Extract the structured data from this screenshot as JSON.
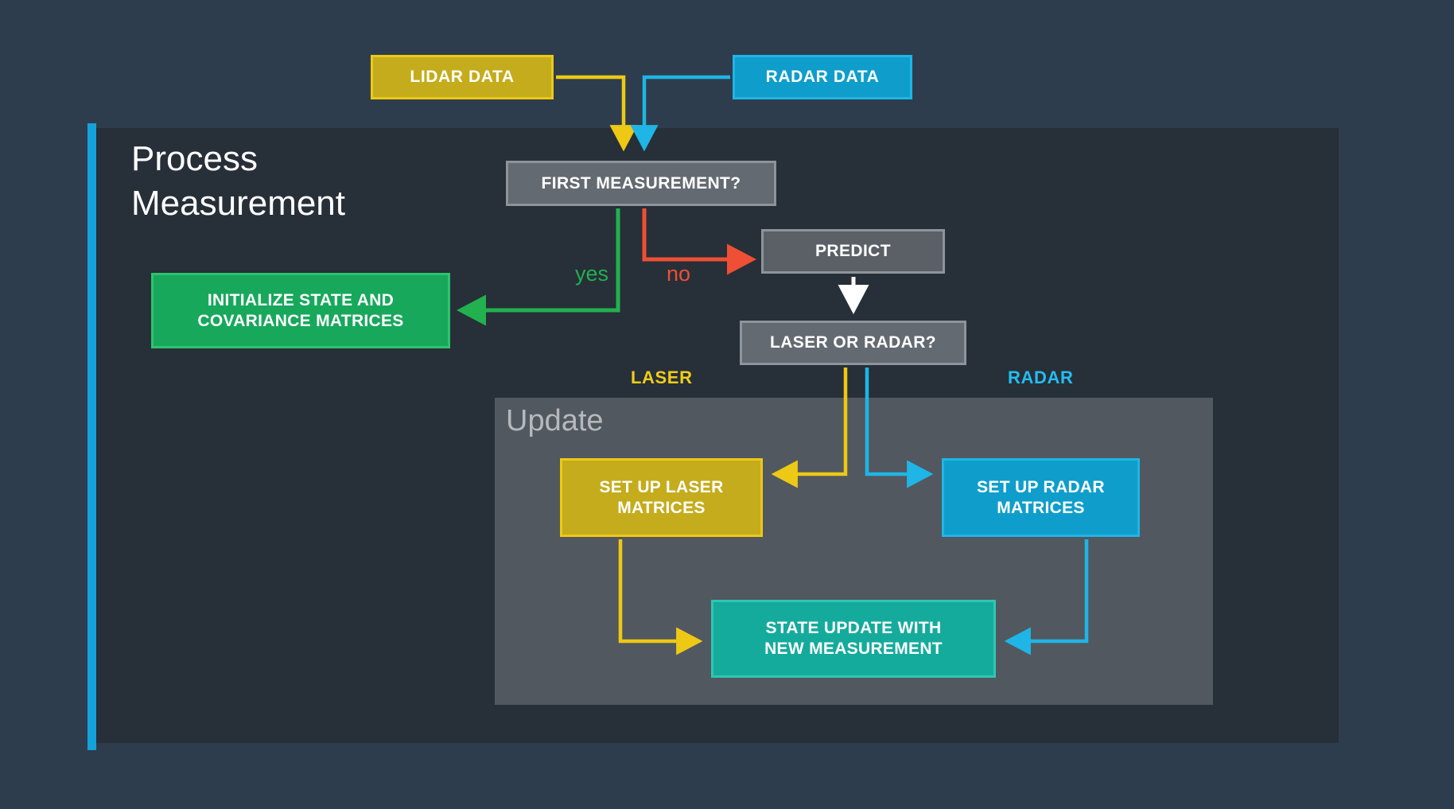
{
  "section": {
    "title": "Process\nMeasurement",
    "title_line1": "Process",
    "title_line2": "Measurement",
    "accent_color": "#13a3da",
    "panel_bg": "#272f38",
    "page_bg": "#2e3d4d"
  },
  "update_group": {
    "title": "Update",
    "bg": "#52585f"
  },
  "nodes": {
    "lidar_data": {
      "label": "LIDAR DATA",
      "fill": "#c5ac1d",
      "stroke": "#edc915"
    },
    "radar_data": {
      "label": "RADAR DATA",
      "fill": "#0f9ecb",
      "stroke": "#1fb5e6"
    },
    "first_measurement": {
      "label": "FIRST MEASUREMENT?",
      "fill": "#646a71",
      "stroke": "#8e949b"
    },
    "predict": {
      "label": "PREDICT",
      "fill": "#5a6066",
      "stroke": "#8e949b"
    },
    "laser_or_radar": {
      "label": "LASER OR RADAR?",
      "fill": "#646a71",
      "stroke": "#8e949b"
    },
    "initialize": {
      "label": "INITIALIZE STATE AND COVARIANCE MATRICES",
      "line1": "INITIALIZE STATE AND",
      "line2": "COVARIANCE MATRICES",
      "fill": "#17a85c",
      "stroke": "#2ec36f"
    },
    "set_up_laser": {
      "label": "SET UP LASER MATRICES",
      "line1": "SET UP LASER",
      "line2": "MATRICES",
      "fill": "#c5ac1d",
      "stroke": "#edc915"
    },
    "set_up_radar": {
      "label": "SET UP RADAR MATRICES",
      "line1": "SET UP RADAR",
      "line2": "MATRICES",
      "fill": "#0f9ecb",
      "stroke": "#1fb5e6"
    },
    "state_update": {
      "label": "STATE UPDATE WITH NEW MEASUREMENT",
      "line1": "STATE UPDATE WITH",
      "line2": "NEW MEASUREMENT",
      "fill": "#15ab9c",
      "stroke": "#2ec6b3"
    }
  },
  "edge_labels": {
    "yes": {
      "text": "yes",
      "color": "#21b14f"
    },
    "no": {
      "text": "no",
      "color": "#ef4f35"
    },
    "laser": {
      "text": "LASER",
      "color": "#f0cd19"
    },
    "radar": {
      "text": "RADAR",
      "color": "#25bdf0"
    }
  },
  "wire_colors": {
    "lidar": "#edc915",
    "radar": "#1fb5e6",
    "yes": "#21b14f",
    "no": "#ef4f35",
    "predict": "#ffffff"
  }
}
